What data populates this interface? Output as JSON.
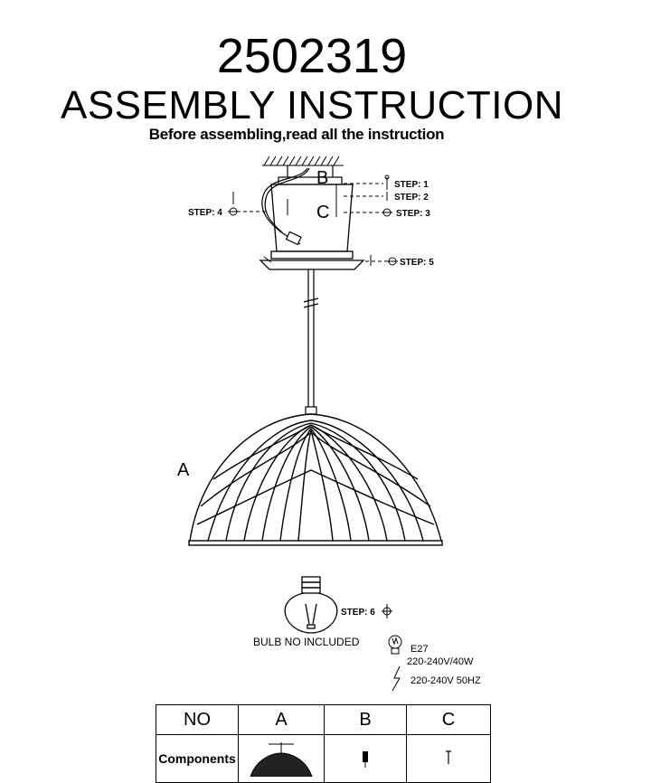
{
  "header": {
    "model_number": "2502319",
    "title": "ASSEMBLY  INSTRUCTION",
    "subtitle": "Before assembling,read all the instruction"
  },
  "diagram": {
    "labels": {
      "part_a": "A",
      "part_b": "B",
      "part_c": "C"
    },
    "steps": {
      "step1": "STEP: 1",
      "step2": "STEP: 2",
      "step3": "STEP: 3",
      "step4": "STEP: 4",
      "step5": "STEP: 5",
      "step6": "STEP: 6"
    }
  },
  "bulb_info": {
    "bulb_note": "BULB NO INCLUDED",
    "socket": "E27",
    "wattage": "220-240V/40W",
    "supply": "220-240V 50HZ"
  },
  "parts_table": {
    "headers": [
      "NO",
      "A",
      "B",
      "C"
    ],
    "row_label": "Components"
  }
}
